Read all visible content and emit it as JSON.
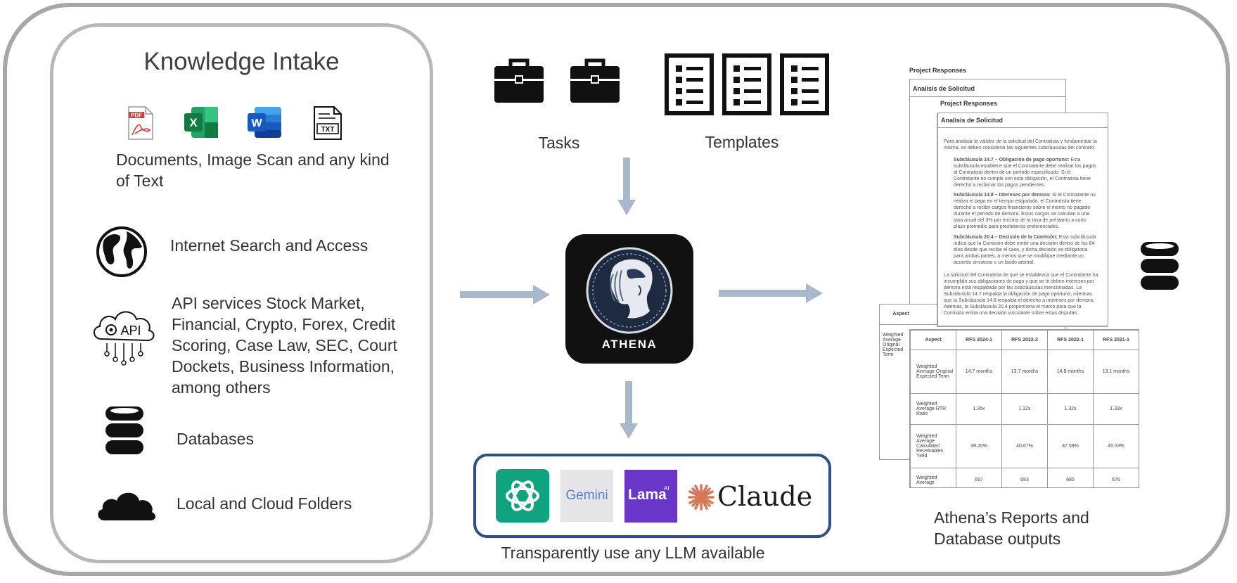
{
  "intake": {
    "title": "Knowledge Intake",
    "file_icons": [
      "pdf-icon",
      "excel-icon",
      "word-icon",
      "txt-icon"
    ],
    "pdf_icon_text": "PDF",
    "excel_icon_text": "X",
    "word_icon_text": "W",
    "txt_icon_text": "TXT",
    "documents": "Documents, Image Scan and any kind of Text",
    "internet": "Internet Search and Access",
    "api_icon_text": "API",
    "api": "API services Stock Market, Financial, Crypto, Forex, Credit Scoring, Case Law, SEC, Court Dockets, Business Information, among others",
    "databases": "Databases",
    "folders": "Local and Cloud Folders"
  },
  "inputs": {
    "tasks": "Tasks",
    "templates": "Templates"
  },
  "athena": {
    "name": "ATHENA"
  },
  "llms": {
    "caption": "Transparently use any LLM available",
    "gemini": "Gemini",
    "lama": "Lama",
    "lama_sup": "AI",
    "claude": "Claude"
  },
  "outputs": {
    "caption": "Athena’s Reports and Database outputs",
    "doc_header": "Project Responses",
    "doc_title": "Analisis de Solicitud",
    "doc_intro": "Para analizar la validez de la solicitud del Contratista y fundamentar la misma, se deben considerar las siguientes subcláusulas del contrato:",
    "doc_items": [
      {
        "head": "Subcláusula 14.7 – Obligación de pago oportuno:",
        "body": "Esta subcláusula establece que el Contratante debe realizar los pagos al Contratista dentro de un período especificado. Si el Contratante no cumple con esta obligación, el Contratista tiene derecho a reclamar los pagos pendientes."
      },
      {
        "head": "Subcláusula 14.8 – Intereses por demora:",
        "body": "Si el Contratante no realiza el pago en el tiempo estipulado, el Contratista tiene derecho a recibir cargos financieros sobre el monto no pagado durante el período de demora. Estos cargos se calculan a una tasa anual del 3% por encima de la tasa de préstamo a corto plazo promedio para prestatarios preferenciales."
      },
      {
        "head": "Subcláusula 20.4 – Decisión de la Comisión:",
        "body": "Esta subcláusula indica que la Comisión debe emitir una decisión dentro de los 84 días desde que recibe el caso, y dicha decisión es obligatoria para ambas partes, a menos que se modifique mediante un acuerdo amistoso o un laudo arbitral."
      }
    ],
    "doc_conclusion": "La solicitud del Contratista de que se establezca que el Contratante ha incumplido sus obligaciones de pago y que se le deben intereses por demora está respaldada por las subcláusulas mencionadas. La Subcláusula 14.7 respalda la obligación de pago oportuno, mientras que la Subcláusula 14.8 respalda el derecho a intereses por demora. Además, la Subcláusula 20.4 proporciona el marco para que la Comisión emita una decisión vinculante sobre estas disputas.",
    "table_headers": [
      "Aspect",
      "RFS 2024-1",
      "RFS 2022-2",
      "RFS 2022-1",
      "RFS 2021-1"
    ],
    "table_rows": [
      [
        "Weighted Average Original Expected Term",
        "14.7 months",
        "13.7 months",
        "14.8 months",
        "13.1 months"
      ],
      [
        "Weighted Average RTR Ratio",
        "1.35x",
        "1.32x",
        "1.32x",
        "1.33x"
      ],
      [
        "Weighted Average Calculated Receivables Yield",
        "39.20%",
        "40.67%",
        "37.59%",
        "45.53%"
      ],
      [
        "Weighted Average",
        "697",
        "683",
        "685",
        "676"
      ]
    ]
  },
  "colors": {
    "arrow": "#a9b8cc",
    "llm_border": "#2f4d8c",
    "openai_green": "#10a37f",
    "lama_purple": "#6a36c9",
    "claude_orange": "#d97757"
  }
}
